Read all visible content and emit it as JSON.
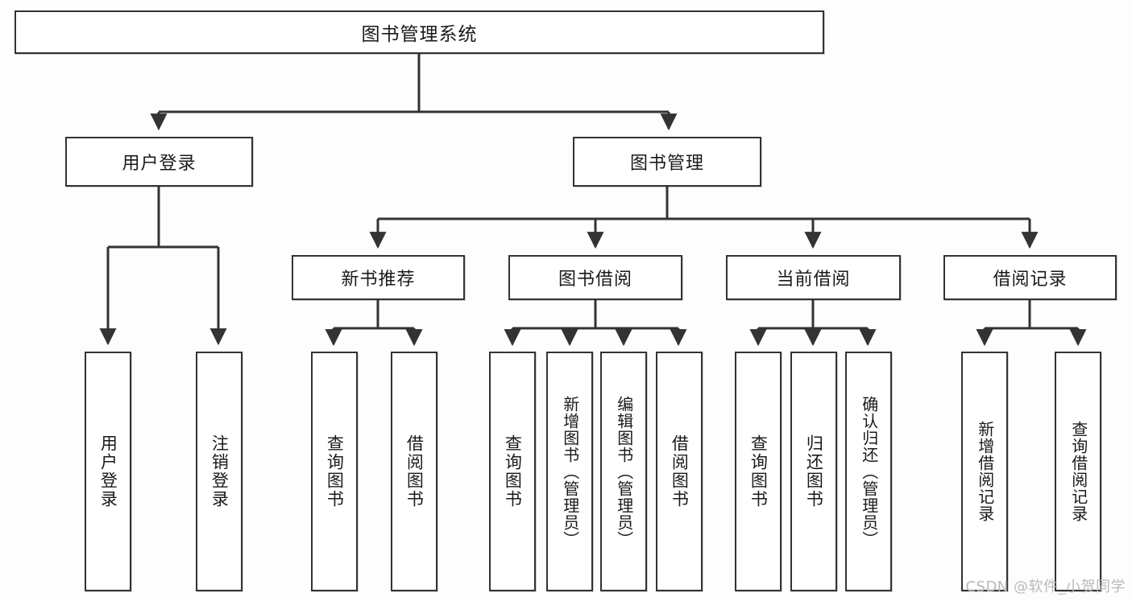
{
  "diagram": {
    "title": "图书管理系统",
    "type": "hierarchy-tree",
    "root": {
      "id": "root",
      "label": "图书管理系统"
    },
    "level2": [
      {
        "id": "user-login",
        "label": "用户登录"
      },
      {
        "id": "book-management",
        "label": "图书管理"
      }
    ],
    "level3": [
      {
        "id": "new-book-recommend",
        "label": "新书推荐"
      },
      {
        "id": "book-borrow",
        "label": "图书借阅"
      },
      {
        "id": "current-borrow",
        "label": "当前借阅"
      },
      {
        "id": "borrow-record",
        "label": "借阅记录"
      }
    ],
    "leaves": {
      "user_login": [
        {
          "id": "leaf-user-login",
          "label": "用户登录"
        },
        {
          "id": "leaf-logout",
          "label": "注销登录"
        }
      ],
      "new_book_recommend": [
        {
          "id": "leaf-query-book-1",
          "label": "查询图书"
        },
        {
          "id": "leaf-borrow-book-1",
          "label": "借阅图书"
        }
      ],
      "book_borrow": [
        {
          "id": "leaf-query-book-2",
          "label": "查询图书"
        },
        {
          "id": "leaf-add-book",
          "label": "新增图书（管理员）"
        },
        {
          "id": "leaf-edit-book",
          "label": "编辑图书（管理员）"
        },
        {
          "id": "leaf-borrow-book-2",
          "label": "借阅图书"
        }
      ],
      "current_borrow": [
        {
          "id": "leaf-query-book-3",
          "label": "查询图书"
        },
        {
          "id": "leaf-return-book",
          "label": "归还图书"
        },
        {
          "id": "leaf-confirm-return",
          "label": "确认归还（管理员）"
        }
      ],
      "borrow_record": [
        {
          "id": "leaf-add-record",
          "label": "新增借阅记录"
        },
        {
          "id": "leaf-query-record",
          "label": "查询借阅记录"
        }
      ]
    }
  },
  "watermark": {
    "text": "CSDN @软件_小贺同学"
  },
  "colors": {
    "stroke": "#333333",
    "box_fill": "#ffffff",
    "text": "#1a1a1a",
    "watermark": "#b9b9b9",
    "page_background": "#fdfdfd"
  }
}
